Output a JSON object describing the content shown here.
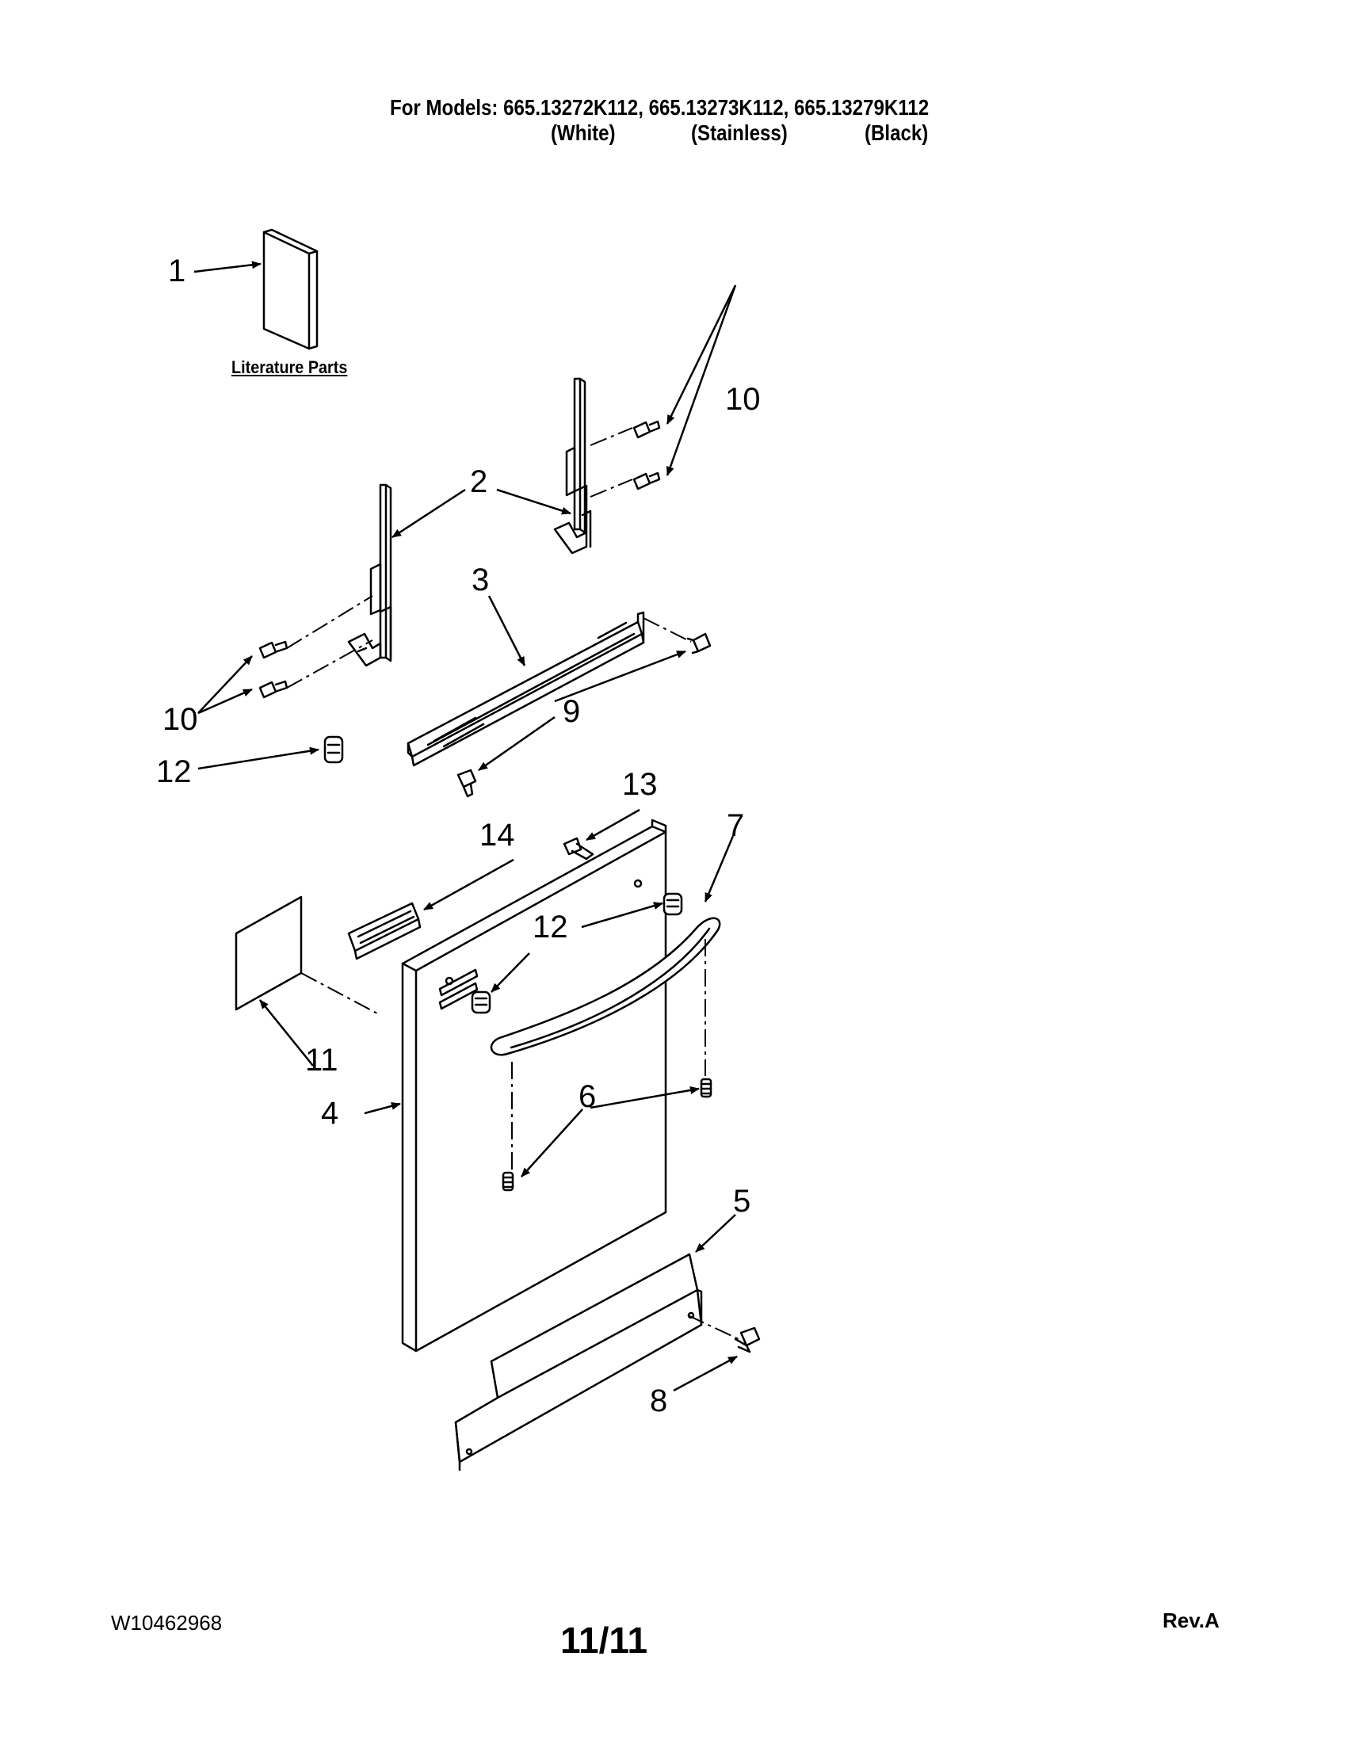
{
  "header": {
    "models_line": "For Models: 665.13272K112, 665.13273K112, 665.13279K112",
    "finish_white": "(White)",
    "finish_stainless": "(Stainless)",
    "finish_black": "(Black)"
  },
  "literature_label": "Literature Parts",
  "callouts": {
    "c1": "1",
    "c2": "2",
    "c3": "3",
    "c4": "4",
    "c5": "5",
    "c6": "6",
    "c7": "7",
    "c8": "8",
    "c9": "9",
    "c10a": "10",
    "c10b": "10",
    "c11": "11",
    "c12a": "12",
    "c12b": "12",
    "c13": "13",
    "c14": "14"
  },
  "footer": {
    "doc_number": "W10462968",
    "page": "11/11",
    "revision": "Rev.A"
  }
}
